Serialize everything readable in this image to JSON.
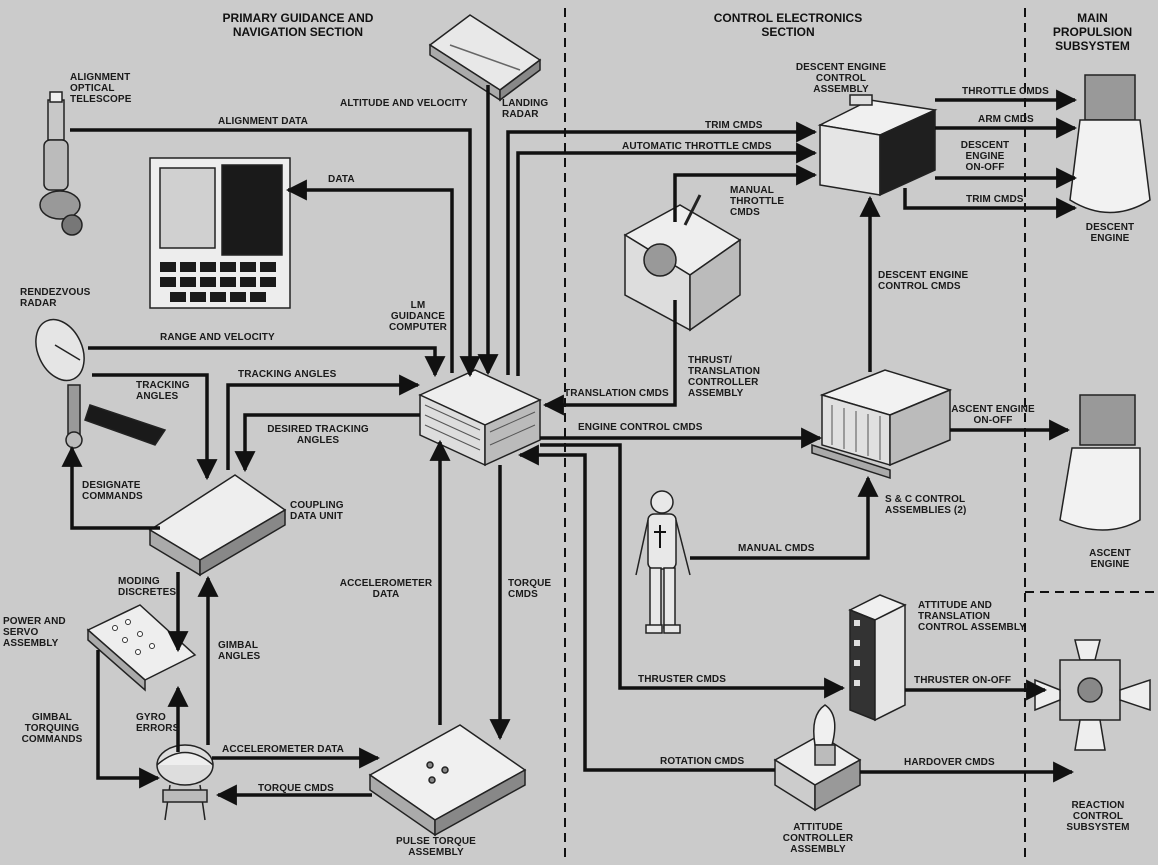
{
  "sections": {
    "pgns": "PRIMARY GUIDANCE AND\nNAVIGATION SECTION",
    "ces": "CONTROL ELECTRONICS\nSECTION",
    "mps": "MAIN\nPROPULSION\nSUBSYSTEM"
  },
  "components": {
    "aot": "ALIGNMENT\nOPTICAL\nTELESCOPE",
    "rr": "RENDEZVOUS\nRADAR",
    "lr": "LANDING\nRADAR",
    "lgc": "LM\nGUIDANCE\nCOMPUTER",
    "cdu": "COUPLING\nDATA UNIT",
    "psa": "POWER AND\nSERVO\nASSEMBLY",
    "pta": "PULSE TORQUE\nASSEMBLY",
    "deca": "DESCENT ENGINE\nCONTROL\nASSEMBLY",
    "ttca": "THRUST/\nTRANSLATION\nCONTROLLER\nASSEMBLY",
    "scca": "S & C CONTROL\nASSEMBLIES (2)",
    "atca": "ATTITUDE AND\nTRANSLATION\nCONTROL ASSEMBLY",
    "aca": "ATTITUDE\nCONTROLLER\nASSEMBLY",
    "descent_engine": "DESCENT\nENGINE",
    "ascent_engine": "ASCENT\nENGINE",
    "rcs": "REACTION\nCONTROL\nSUBSYSTEM"
  },
  "signals": {
    "alignment_data": "ALIGNMENT DATA",
    "altitude_velocity": "ALTITUDE AND VELOCITY",
    "data": "DATA",
    "range_velocity": "RANGE AND VELOCITY",
    "tracking_angles_rr": "TRACKING\nANGLES",
    "tracking_angles": "TRACKING ANGLES",
    "desired_tracking": "DESIRED TRACKING\nANGLES",
    "designate": "DESIGNATE\nCOMMANDS",
    "moding": "MODING\nDISCRETES",
    "gimbal_angles": "GIMBAL\nANGLES",
    "gyro_errors": "GYRO\nERRORS",
    "gimbal_torquing": "GIMBAL\nTORQUING\nCOMMANDS",
    "accel_data": "ACCELEROMETER DATA",
    "accel_data_v": "ACCELEROMETER\nDATA",
    "torque_cmds_h": "TORQUE CMDS",
    "torque_cmds_v": "TORQUE\nCMDS",
    "trim_cmds_top": "TRIM CMDS",
    "auto_throttle": "AUTOMATIC THROTTLE CMDS",
    "manual_throttle": "MANUAL\nTHROTTLE\nCMDS",
    "translation_cmds": "TRANSLATION CMDS",
    "engine_control": "ENGINE CONTROL CMDS",
    "descent_engine_control": "DESCENT ENGINE\nCONTROL CMDS",
    "throttle_cmds": "THROTTLE CMDS",
    "arm_cmds": "ARM CMDS",
    "descent_on_off": "DESCENT ENGINE\nON-OFF",
    "trim_cmds_right": "TRIM CMDS",
    "ascent_on_off": "ASCENT ENGINE\nON-OFF",
    "manual_cmds": "MANUAL CMDS",
    "thruster_cmds": "THRUSTER CMDS",
    "thruster_on_off": "THRUSTER ON-OFF",
    "rotation_cmds": "ROTATION CMDS",
    "hardover_cmds": "HARDOVER CMDS"
  }
}
